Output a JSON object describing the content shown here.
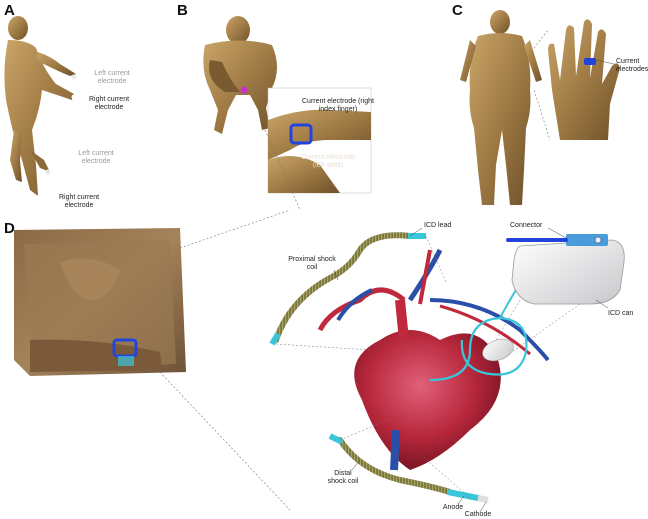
{
  "panels": {
    "a": {
      "letter": "A",
      "left_current_electrode_upper": "Left current electrode",
      "right_current_electrode_upper": "Right current electrode",
      "left_current_electrode_lower": "Left current electrode",
      "right_current_electrode_lower": "Right current electrode"
    },
    "b": {
      "letter": "B",
      "current_electrode_finger": "Current electrode (right index finger)",
      "current_electrode_wrist": "Current electrode (left wrist)"
    },
    "c": {
      "letter": "C",
      "current_electrodes": "Current electrodes"
    },
    "d": {
      "letter": "D",
      "icd_lead": "ICD lead",
      "connector": "Connector",
      "proximal_shock_coil": "Proximal shock coil",
      "icd_can": "ICD can",
      "distal_shock_coil": "Distal shock coil",
      "anode": "Anode",
      "cathode": "Cathode"
    }
  },
  "colors": {
    "skin": "#a8844e",
    "skin_dark": "#6b4f2a",
    "electrode_blue": "#2244dd",
    "lead_cyan": "#39c6d8",
    "coil": "#7d7a46",
    "heart_red": "#c0283c",
    "vessel_blue": "#2a4fa8",
    "can_grey": "#e6e6e8"
  }
}
